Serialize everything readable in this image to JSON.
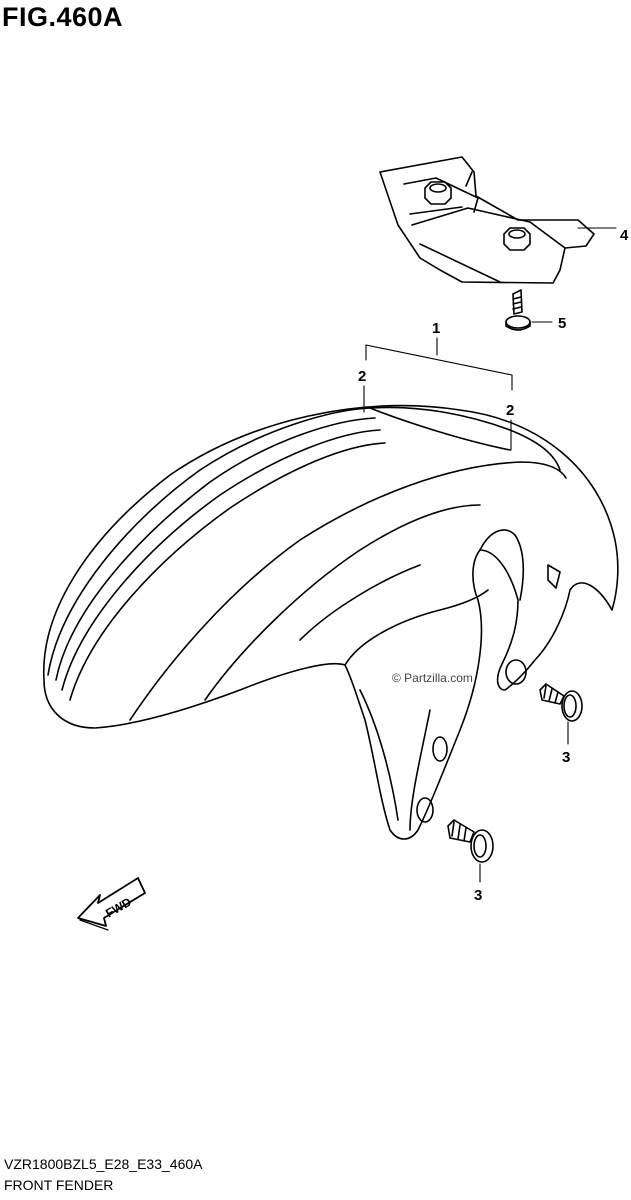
{
  "header": {
    "figure_title": "FIG.460A"
  },
  "callouts": {
    "c1": "1",
    "c2a": "2",
    "c2b": "2",
    "c3a": "3",
    "c3b": "3",
    "c4": "4",
    "c5": "5"
  },
  "watermark": "© Partzilla.com",
  "direction_arrow": {
    "label": "FWD"
  },
  "footer": {
    "model_code": "VZR1800BZL5_E28_E33_460A",
    "section_name": "FRONT FENDER"
  },
  "colors": {
    "line": "#000000",
    "background": "#ffffff"
  }
}
